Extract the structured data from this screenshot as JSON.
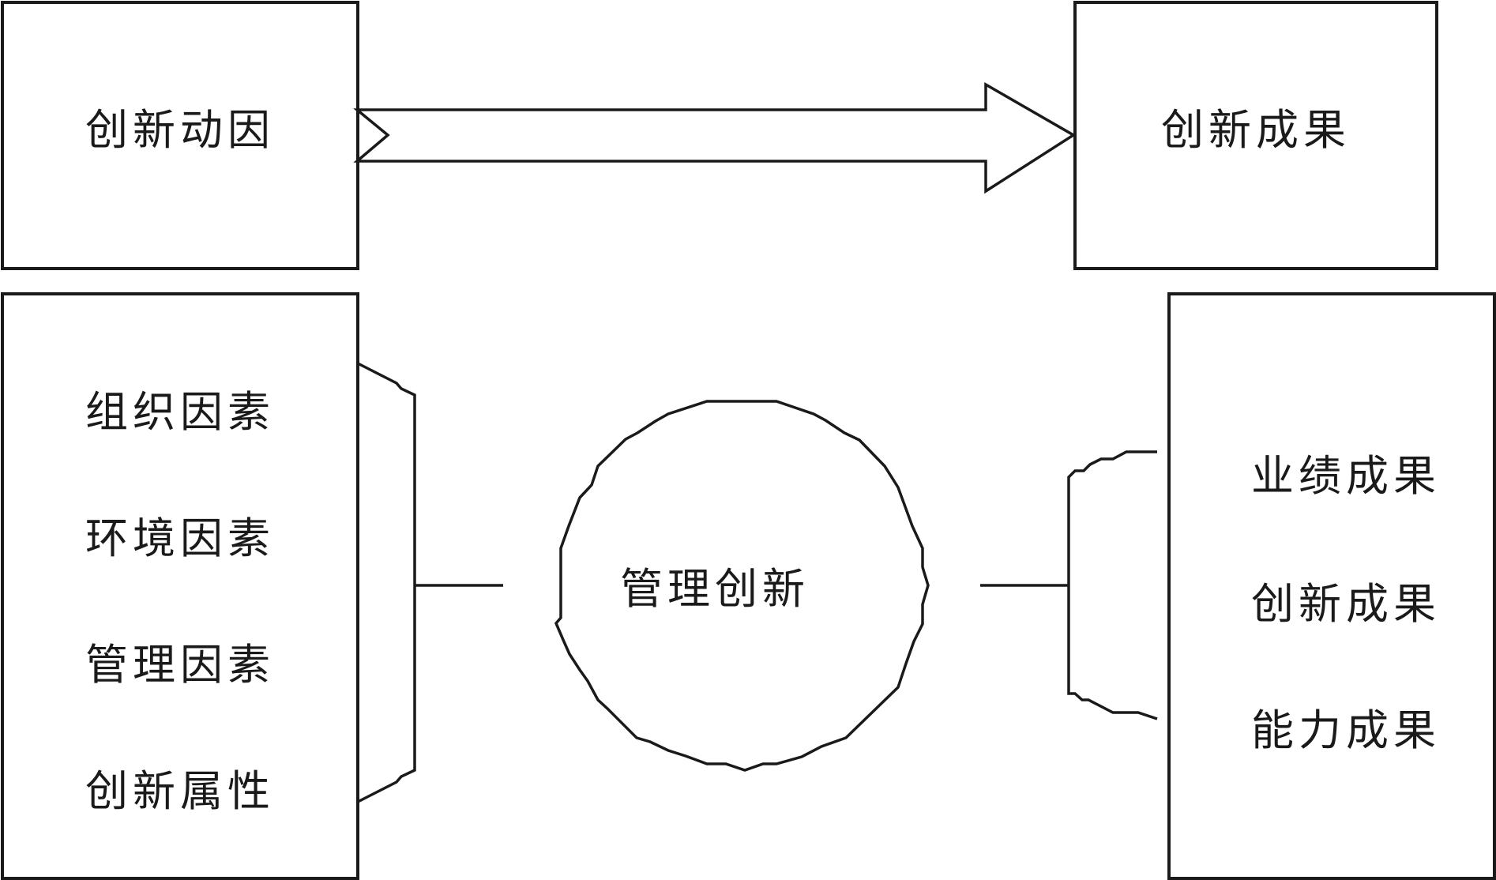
{
  "top": {
    "cause_label": "创新动因",
    "result_label": "创新成果"
  },
  "left_panel": {
    "items": [
      "组织因素",
      "环境因素",
      "管理因素",
      "创新属性"
    ]
  },
  "center": {
    "label": "管理创新"
  },
  "right_panel": {
    "items": [
      "业绩成果",
      "创新成果",
      "能力成果"
    ]
  },
  "colors": {
    "stroke": "#1a1a1a",
    "background": "#ffffff"
  }
}
